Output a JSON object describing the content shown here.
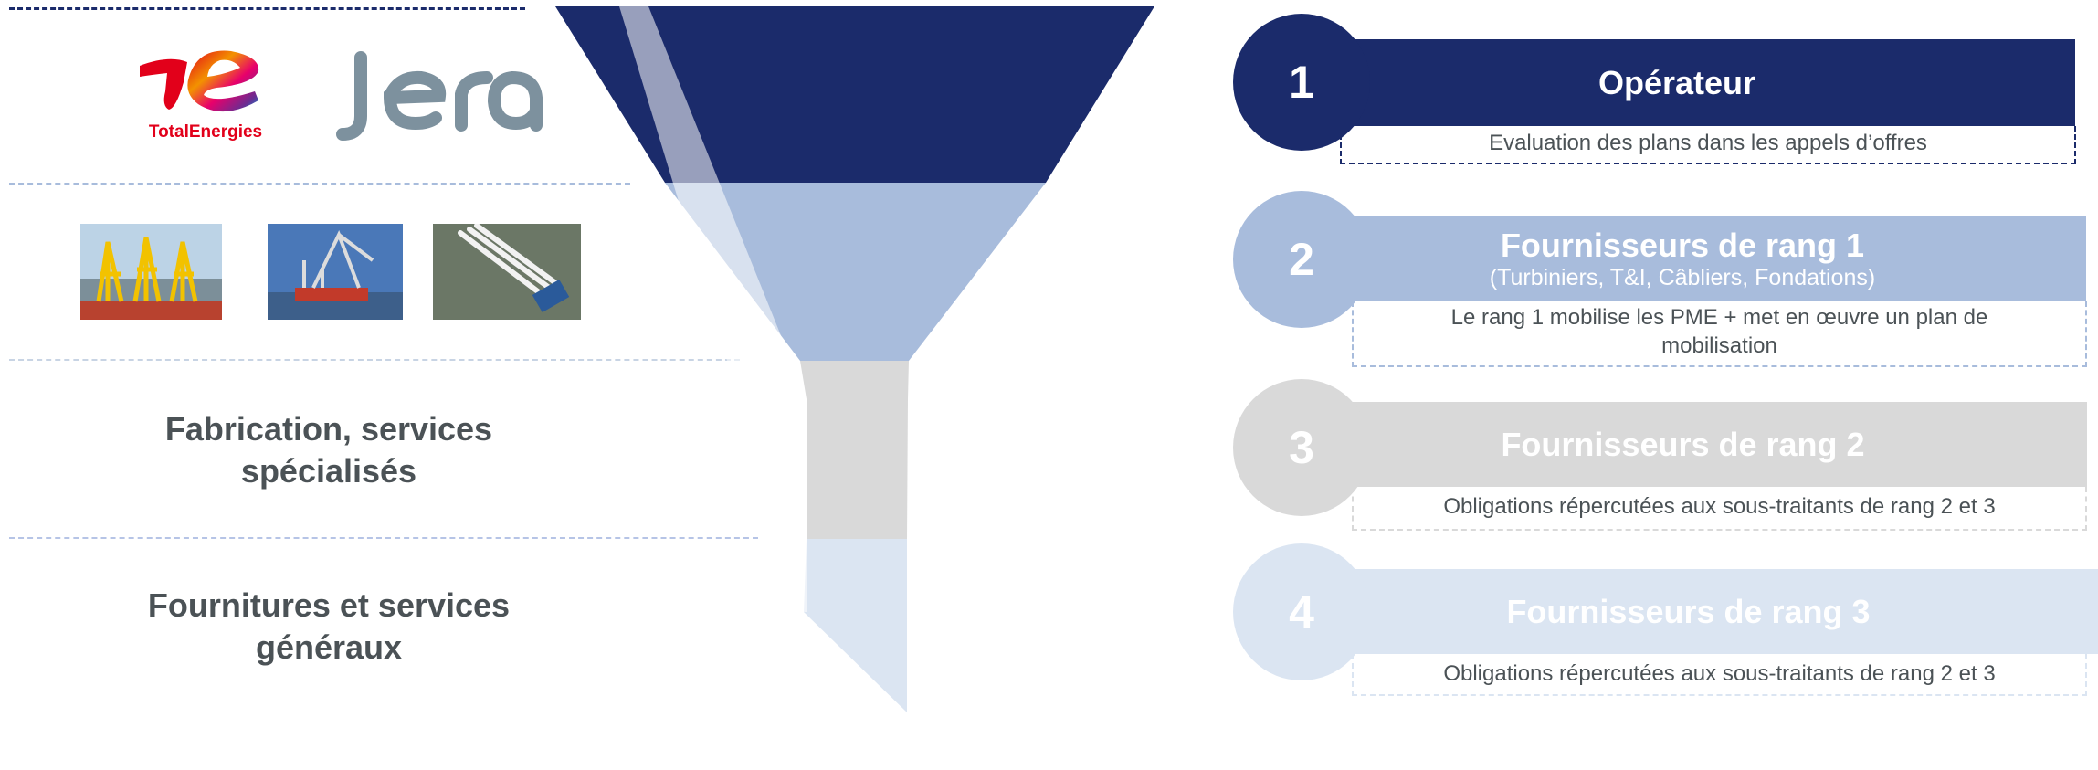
{
  "logos": {
    "totalenergies": "TotalEnergies",
    "jera": "JERA"
  },
  "left": {
    "fabrication_heading": "Fabrication, services spécialisés",
    "fournitures_heading": "Fournitures et services généraux"
  },
  "tiers": [
    {
      "number": "1",
      "title": "Opérateur",
      "subtitle": "",
      "description": "Evaluation des plans dans les appels d’offres"
    },
    {
      "number": "2",
      "title": "Fournisseurs de rang 1",
      "subtitle": "(Turbiniers, T&I, Câbliers, Fondations)",
      "description": "Le rang 1 mobilise les PME + met en œuvre un plan de mobilisation"
    },
    {
      "number": "3",
      "title": "Fournisseurs de rang 2",
      "subtitle": "",
      "description": "Obligations répercutées aux sous-traitants de rang 2 et 3"
    },
    {
      "number": "4",
      "title": "Fournisseurs de rang 3",
      "subtitle": "",
      "description": "Obligations répercutées aux sous-traitants de rang 2 et 3"
    }
  ],
  "colors": {
    "tier1": "#1b2b6b",
    "tier2": "#a8bcdc",
    "tier3": "#d9d9d9",
    "tier4": "#dbe5f2",
    "left_text": "#4b5256"
  }
}
